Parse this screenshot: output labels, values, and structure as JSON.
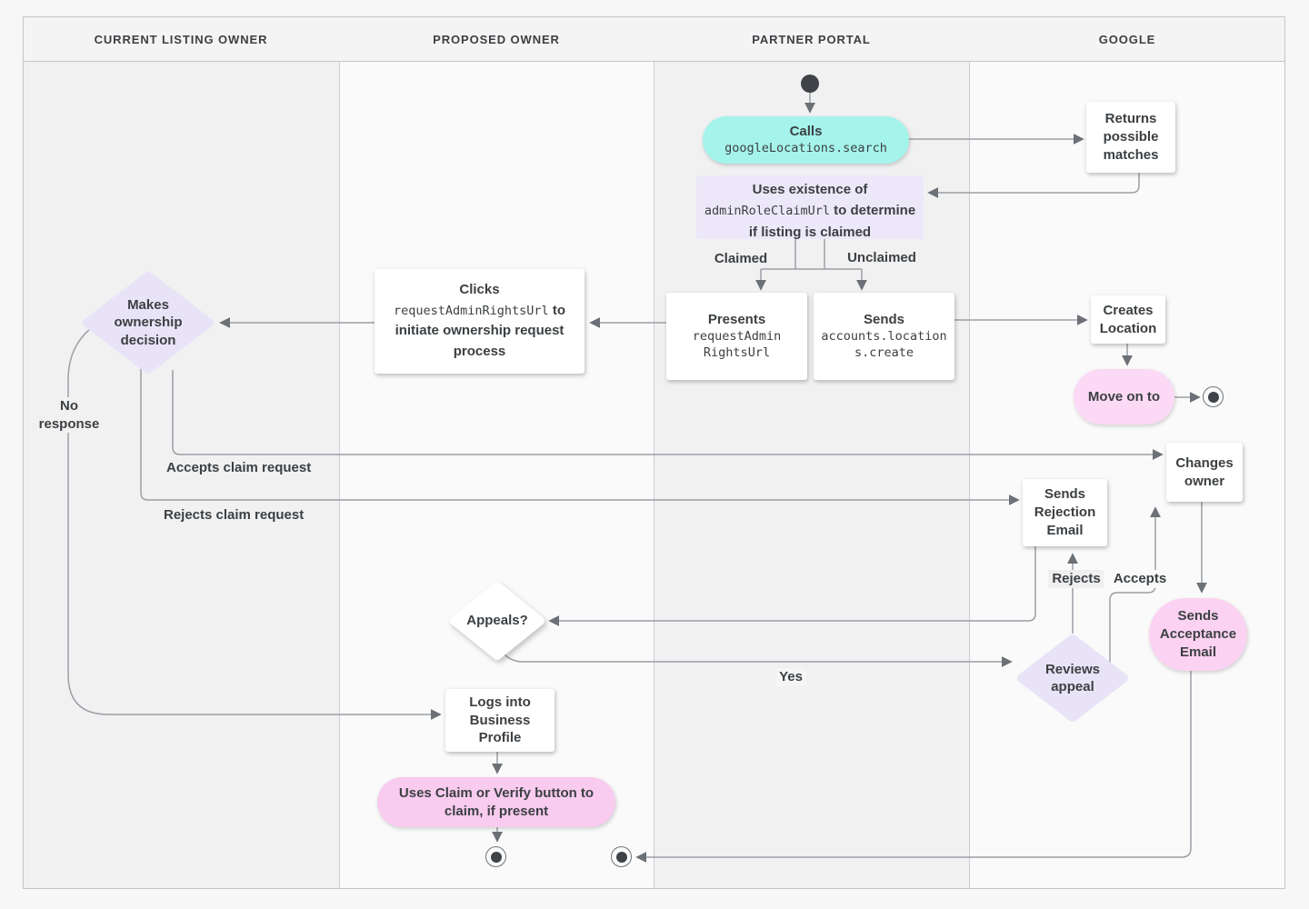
{
  "lanes": [
    {
      "label": "CURRENT LISTING OWNER"
    },
    {
      "label": "PROPOSED OWNER"
    },
    {
      "label": "PARTNER PORTAL"
    },
    {
      "label": "GOOGLE"
    }
  ],
  "nodes": {
    "calls": {
      "label": "Calls",
      "code": "googleLocations.search"
    },
    "uses_existence": {
      "prefix": "Uses existence of",
      "code": "adminRoleClaimUrl",
      "suffix": "to determine if listing is claimed"
    },
    "presents": {
      "label": "Presents",
      "code": "requestAdminRightsUrl"
    },
    "sends_create": {
      "label": "Sends",
      "code": "accounts.locations.create"
    },
    "clicks": {
      "prefix": "Clicks",
      "code": "requestAdminRightsUrl",
      "suffix": "to initiate ownership request process"
    },
    "makes_decision": {
      "label": "Makes ownership decision"
    },
    "returns_matches": {
      "label": "Returns possible matches"
    },
    "creates_location": {
      "label": "Creates Location"
    },
    "move_on": {
      "label": "Move on to"
    },
    "changes_owner": {
      "label": "Changes owner"
    },
    "sends_rejection": {
      "label": "Sends Rejection Email"
    },
    "reviews_appeal": {
      "label": "Reviews appeal"
    },
    "sends_acceptance": {
      "label": "Sends Acceptance Email"
    },
    "appeals": {
      "label": "Appeals?"
    },
    "logs_into": {
      "label": "Logs into Business Profile"
    },
    "uses_claim": {
      "label": "Uses Claim or Verify button to claim, if present"
    }
  },
  "edge_labels": {
    "claimed": "Claimed",
    "unclaimed": "Unclaimed",
    "no_response": "No response",
    "accepts_claim": "Accepts claim request",
    "rejects_claim": "Rejects claim request",
    "rejects": "Rejects",
    "accepts": "Accepts",
    "yes": "Yes"
  },
  "colors": {
    "teal": "#a5f4ec",
    "lavender_box": "#ece8f9",
    "lavender_diamond": "#e8e3f6",
    "pink_move_on": "#fcd9f5",
    "pink_acceptance": "#fbd2f1",
    "pink_uses_claim": "#f8cbef",
    "line": "#9aa0a6",
    "arrow": "#6b7176",
    "node_text": "#3c4043",
    "lane_grey": "#f1f1f2",
    "lane_light": "#fafafa"
  }
}
